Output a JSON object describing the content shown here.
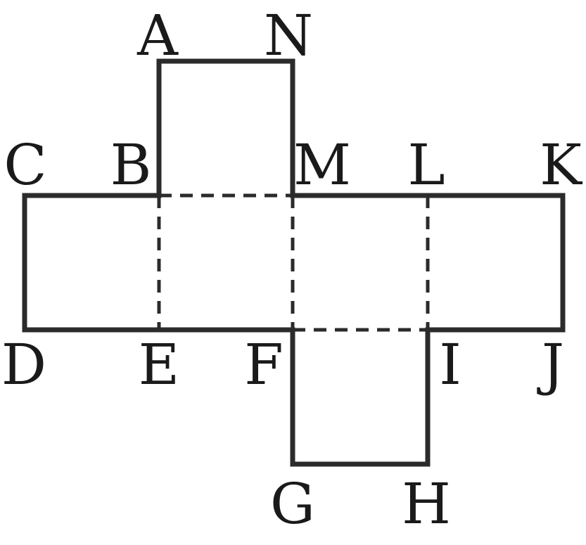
{
  "diagram": {
    "stroke_color": "#2b2b2b",
    "label_color": "#1a1a1a",
    "labels": {
      "A": "A",
      "N": "N",
      "C": "C",
      "B": "B",
      "M": "M",
      "L": "L",
      "K": "K",
      "D": "D",
      "E": "E",
      "F": "F",
      "I": "I",
      "J": "J",
      "G": "G",
      "H": "H"
    }
  }
}
